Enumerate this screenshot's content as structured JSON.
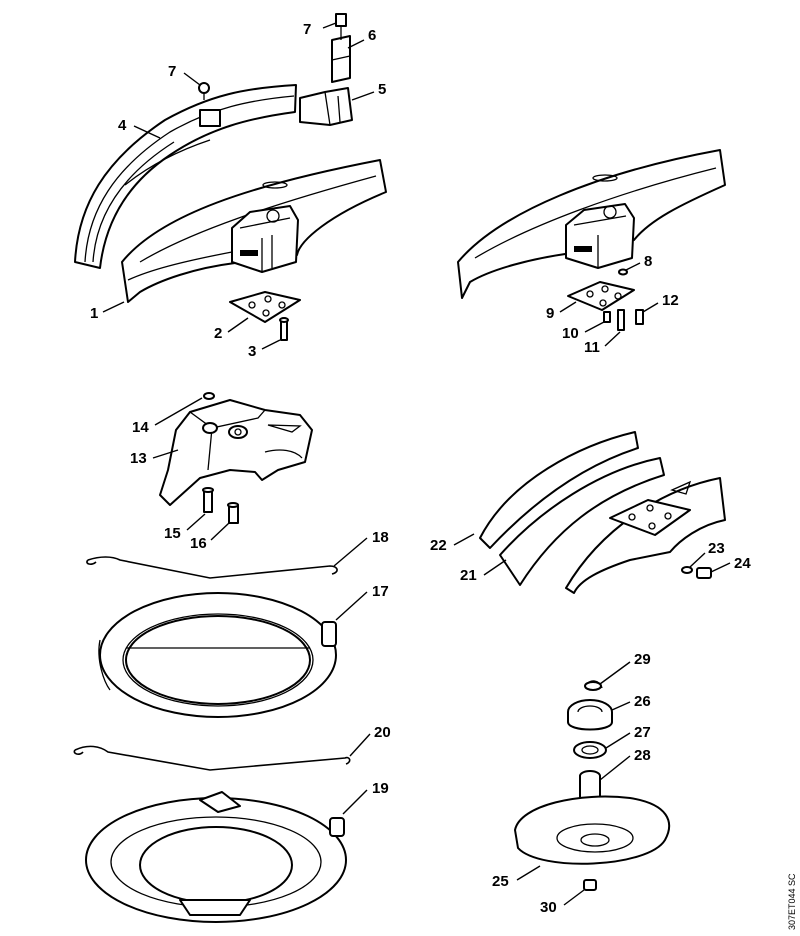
{
  "drawing_code": "307ET044 SC",
  "callouts": [
    {
      "id": "7a",
      "text": "7"
    },
    {
      "id": "6",
      "text": "6"
    },
    {
      "id": "7b",
      "text": "7"
    },
    {
      "id": "5",
      "text": "5"
    },
    {
      "id": "4",
      "text": "4"
    },
    {
      "id": "1",
      "text": "1"
    },
    {
      "id": "2",
      "text": "2"
    },
    {
      "id": "3",
      "text": "3"
    },
    {
      "id": "8",
      "text": "8"
    },
    {
      "id": "9",
      "text": "9"
    },
    {
      "id": "12",
      "text": "12"
    },
    {
      "id": "10",
      "text": "10"
    },
    {
      "id": "11",
      "text": "11"
    },
    {
      "id": "14",
      "text": "14"
    },
    {
      "id": "13",
      "text": "13"
    },
    {
      "id": "15",
      "text": "15"
    },
    {
      "id": "16",
      "text": "16"
    },
    {
      "id": "18",
      "text": "18"
    },
    {
      "id": "17",
      "text": "17"
    },
    {
      "id": "22",
      "text": "22"
    },
    {
      "id": "21",
      "text": "21"
    },
    {
      "id": "23",
      "text": "23"
    },
    {
      "id": "24",
      "text": "24"
    },
    {
      "id": "20",
      "text": "20"
    },
    {
      "id": "19",
      "text": "19"
    },
    {
      "id": "29",
      "text": "29"
    },
    {
      "id": "26",
      "text": "26"
    },
    {
      "id": "27",
      "text": "27"
    },
    {
      "id": "28",
      "text": "28"
    },
    {
      "id": "25",
      "text": "25"
    },
    {
      "id": "30",
      "text": "30"
    }
  ]
}
